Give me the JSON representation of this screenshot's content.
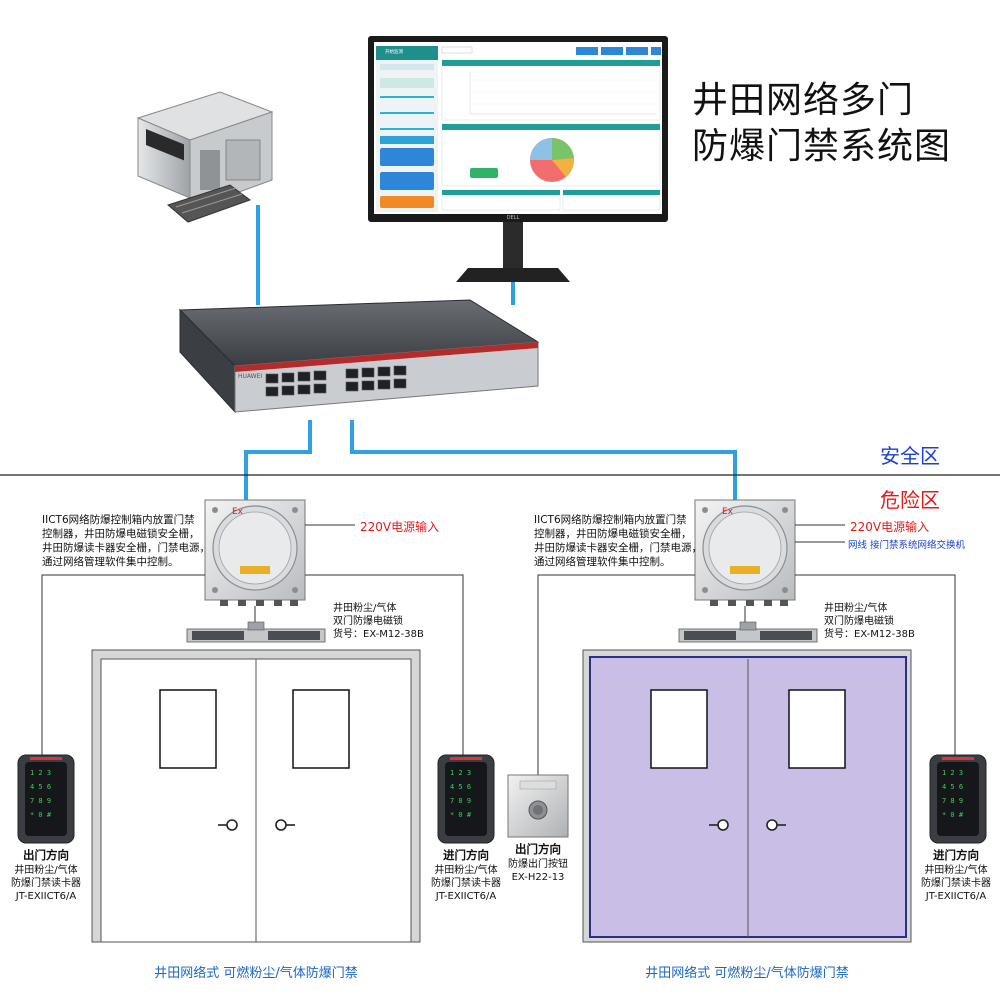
{
  "title": {
    "line1": "井田网络多门",
    "line2": "防爆门禁系统图"
  },
  "zones": {
    "safe": "安全区",
    "danger": "危险区"
  },
  "monitor": {
    "brand": "DELL",
    "app_button": "开始监测",
    "switch_brand": "HUAWEI"
  },
  "left_unit": {
    "description": [
      "IICT6网络防爆控制箱内放置门禁",
      "控制器，井田防爆电磁锁安全栅，",
      "井田防爆读卡器安全栅，门禁电源，",
      "通过网络管理软件集中控制。"
    ],
    "power": "220V电源输入",
    "lock": [
      "井田粉尘/气体",
      "双门防爆电磁锁",
      "货号：EX-M12-38B"
    ],
    "reader_left": {
      "direction": "出门方向",
      "lines": [
        "井田粉尘/气体",
        "防爆门禁读卡器",
        "JT-EXIICT6/A"
      ]
    },
    "reader_right": {
      "direction": "进门方向",
      "lines": [
        "井田粉尘/气体",
        "防爆门禁读卡器",
        "JT-EXIICT6/A"
      ]
    },
    "caption": "井田网络式 可燃粉尘/气体防爆门禁"
  },
  "right_unit": {
    "description": [
      "IICT6网络防爆控制箱内放置门禁",
      "控制器，井田防爆电磁锁安全栅，",
      "井田防爆读卡器安全栅，门禁电源，",
      "通过网络管理软件集中控制。"
    ],
    "power": "220V电源输入",
    "network_note": "网线 接门禁系统网络交换机",
    "lock": [
      "井田粉尘/气体",
      "双门防爆电磁锁",
      "货号：EX-M12-38B"
    ],
    "button": {
      "direction": "出门方向",
      "lines": [
        "防爆出门按钮",
        "EX-H22-13"
      ]
    },
    "reader_right": {
      "direction": "进门方向",
      "lines": [
        "井田粉尘/气体",
        "防爆门禁读卡器",
        "JT-EXIICT6/A"
      ]
    },
    "caption": "井田网络式 可燃粉尘/气体防爆门禁"
  },
  "colors": {
    "network_line": "#2fa0e0",
    "safe_zone": "#1a3fd1",
    "danger_zone": "#e31b1b",
    "door_panel_right": "#c9bfe6",
    "caption": "#1a66c9"
  }
}
